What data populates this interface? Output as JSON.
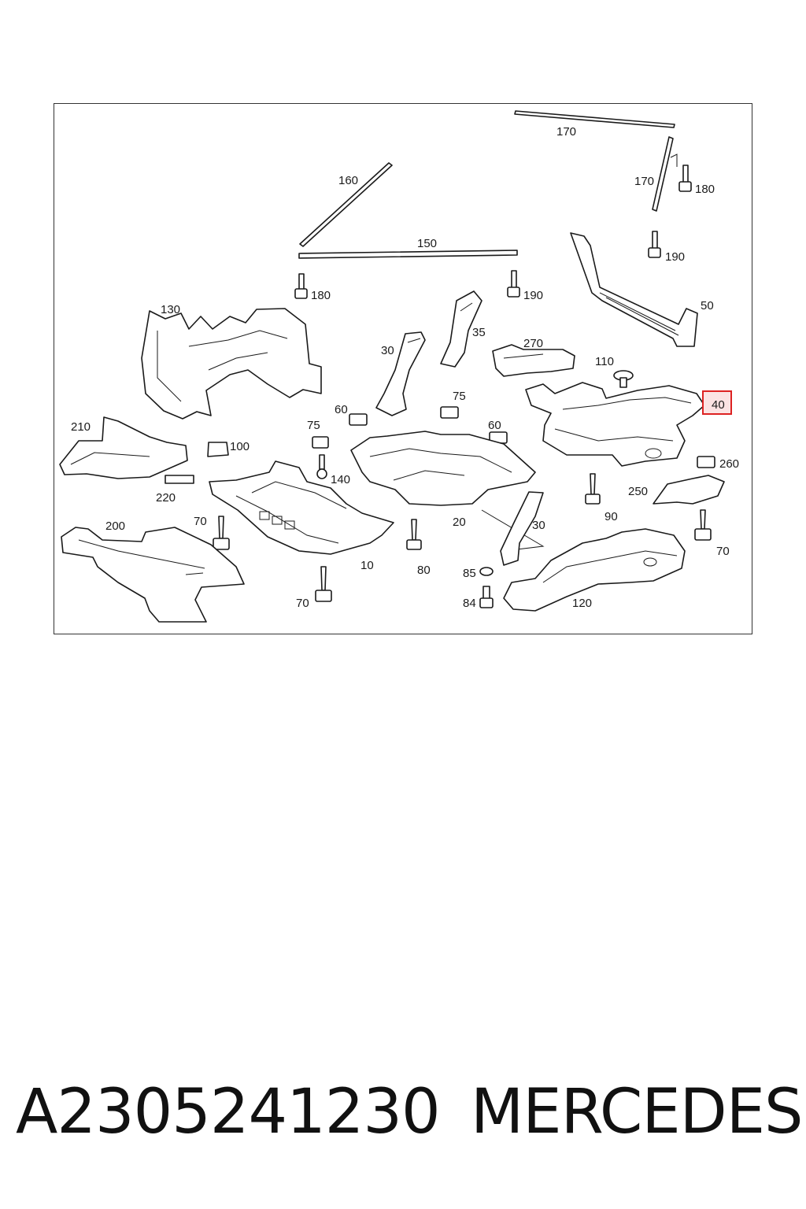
{
  "callouts": {
    "c170a": "170",
    "c170b": "170",
    "c180a": "180",
    "c160": "160",
    "c150": "150",
    "c190a": "190",
    "c180b": "180",
    "c190b": "190",
    "c50": "50",
    "c130": "130",
    "c35": "35",
    "c30a": "30",
    "c270": "270",
    "c110": "110",
    "c40": "40",
    "c75a": "75",
    "c60a": "60",
    "c75b": "75",
    "c60b": "60",
    "c210": "210",
    "c100": "100",
    "c140": "140",
    "c260": "260",
    "c220": "220",
    "c250": "250",
    "c20": "20",
    "c30b": "30",
    "c90": "90",
    "c200": "200",
    "c70a": "70",
    "c10": "10",
    "c80": "80",
    "c70b": "70",
    "c85": "85",
    "c84": "84",
    "c120": "120",
    "c70c": "70"
  },
  "highlighted_callout": "40",
  "colors": {
    "highlight_border": "#dd2222",
    "highlight_fill": "#fbe3e3"
  },
  "caption": {
    "part_number": "A2305241230",
    "brand": "MERCEDES"
  }
}
